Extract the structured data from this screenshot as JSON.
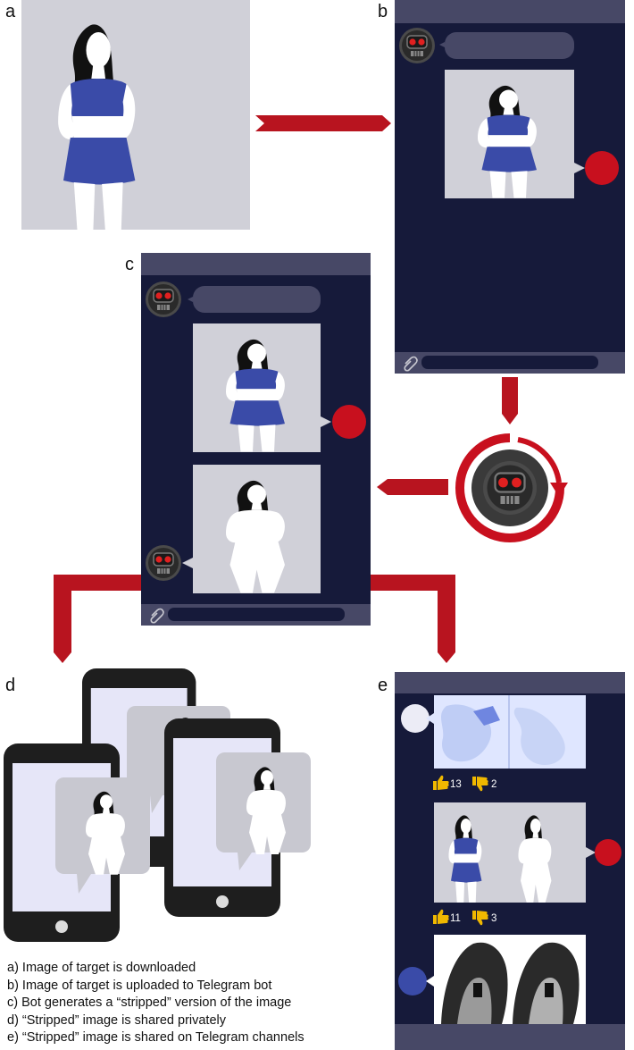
{
  "panels": {
    "a": "a",
    "b": "b",
    "c": "c",
    "d": "d",
    "e": "e"
  },
  "reactions": [
    {
      "likes": "13",
      "dislikes": "2"
    },
    {
      "likes": "11",
      "dislikes": "3"
    }
  ],
  "legend": [
    "a) Image of target is downloaded",
    "b) Image of target is uploaded to Telegram bot",
    "c) Bot generates a “stripped” version of the image",
    "d) “Stripped” image is shared privately",
    "e) “Stripped” image is shared on Telegram channels"
  ],
  "colors": {
    "chat_bg": "#161a3a",
    "chat_bar": "#474866",
    "photo_bg": "#d0d0d8",
    "clothing_blue": "#3a4ba8",
    "arrow_red": "#b8141f",
    "phone_body": "#1e1e1e",
    "phone_screen": "#e6e6f8",
    "bot_gray": "#4a4a4a"
  },
  "icons": [
    "robot-bot-icon",
    "paperclip-icon",
    "thumbs-up-icon",
    "thumbs-down-icon",
    "red-user-avatar-icon",
    "refresh-cycle-icon"
  ]
}
